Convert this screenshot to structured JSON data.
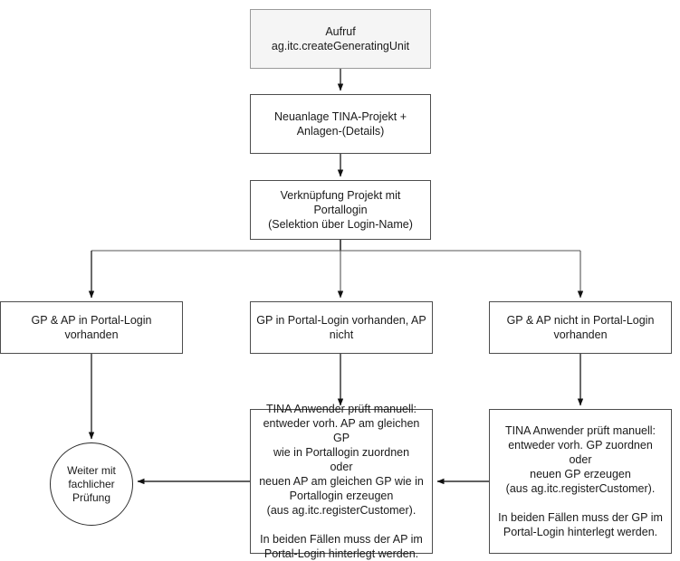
{
  "diagram": {
    "type": "flowchart",
    "title_node": "start",
    "colors": {
      "start_fill": "#f5f5f5",
      "start_border": "#9a9a9a",
      "box_fill": "#ffffff",
      "box_border": "#4d4d4d",
      "text": "#1a1a1a",
      "edge": "#2b2b2b",
      "background": "#ffffff"
    },
    "nodes": [
      {
        "id": "start",
        "shape": "rectangle-filled",
        "text": "Aufruf\nag.itc.createGeneratingUnit"
      },
      {
        "id": "neuanlage",
        "shape": "rectangle",
        "text": "Neuanlage TINA-Projekt +\nAnlagen-(Details)"
      },
      {
        "id": "verknuepfung",
        "shape": "rectangle",
        "text": "Verknüpfung Projekt mit Portallogin\n(Selektion über Login-Name)"
      },
      {
        "id": "case-left",
        "shape": "rectangle",
        "text": "GP & AP in Portal-Login vorhanden"
      },
      {
        "id": "case-mid",
        "shape": "rectangle",
        "text": "GP in Portal-Login vorhanden, AP\nnicht"
      },
      {
        "id": "case-right",
        "shape": "rectangle",
        "text": "GP & AP nicht in Portal-Login\nvorhanden"
      },
      {
        "id": "detail-mid",
        "shape": "rectangle",
        "text": "TINA Anwender prüft manuell:\nentweder vorh. AP am gleichen GP\nwie in Portallogin zuordnen\noder\nneuen AP am gleichen GP wie in\nPortallogin erzeugen\n(aus ag.itc.registerCustomer).\n\nIn beiden Fällen muss der AP im\nPortal-Login hinterlegt werden."
      },
      {
        "id": "detail-right",
        "shape": "rectangle",
        "text": "TINA Anwender prüft manuell:\nentweder vorh. GP zuordnen\noder\nneuen GP erzeugen\n(aus ag.itc.registerCustomer).\n\nIn beiden Fällen muss der GP im\nPortal-Login hinterlegt werden."
      },
      {
        "id": "end-circle",
        "shape": "circle",
        "text": "Weiter mit\nfachlicher\nPrüfung"
      }
    ],
    "edges": [
      {
        "from": "start",
        "to": "neuanlage",
        "style": "arrow-down"
      },
      {
        "from": "neuanlage",
        "to": "verknuepfung",
        "style": "arrow-down"
      },
      {
        "from": "verknuepfung",
        "to": "case-left",
        "style": "elbow-arrow"
      },
      {
        "from": "verknuepfung",
        "to": "case-mid",
        "style": "arrow-down"
      },
      {
        "from": "verknuepfung",
        "to": "case-right",
        "style": "elbow-arrow"
      },
      {
        "from": "case-left",
        "to": "end-circle",
        "style": "arrow-down"
      },
      {
        "from": "case-mid",
        "to": "detail-mid",
        "style": "arrow-down"
      },
      {
        "from": "case-right",
        "to": "detail-right",
        "style": "arrow-down"
      },
      {
        "from": "detail-mid",
        "to": "end-circle",
        "style": "arrow-left"
      },
      {
        "from": "detail-right",
        "to": "detail-mid",
        "style": "arrow-left"
      }
    ]
  }
}
